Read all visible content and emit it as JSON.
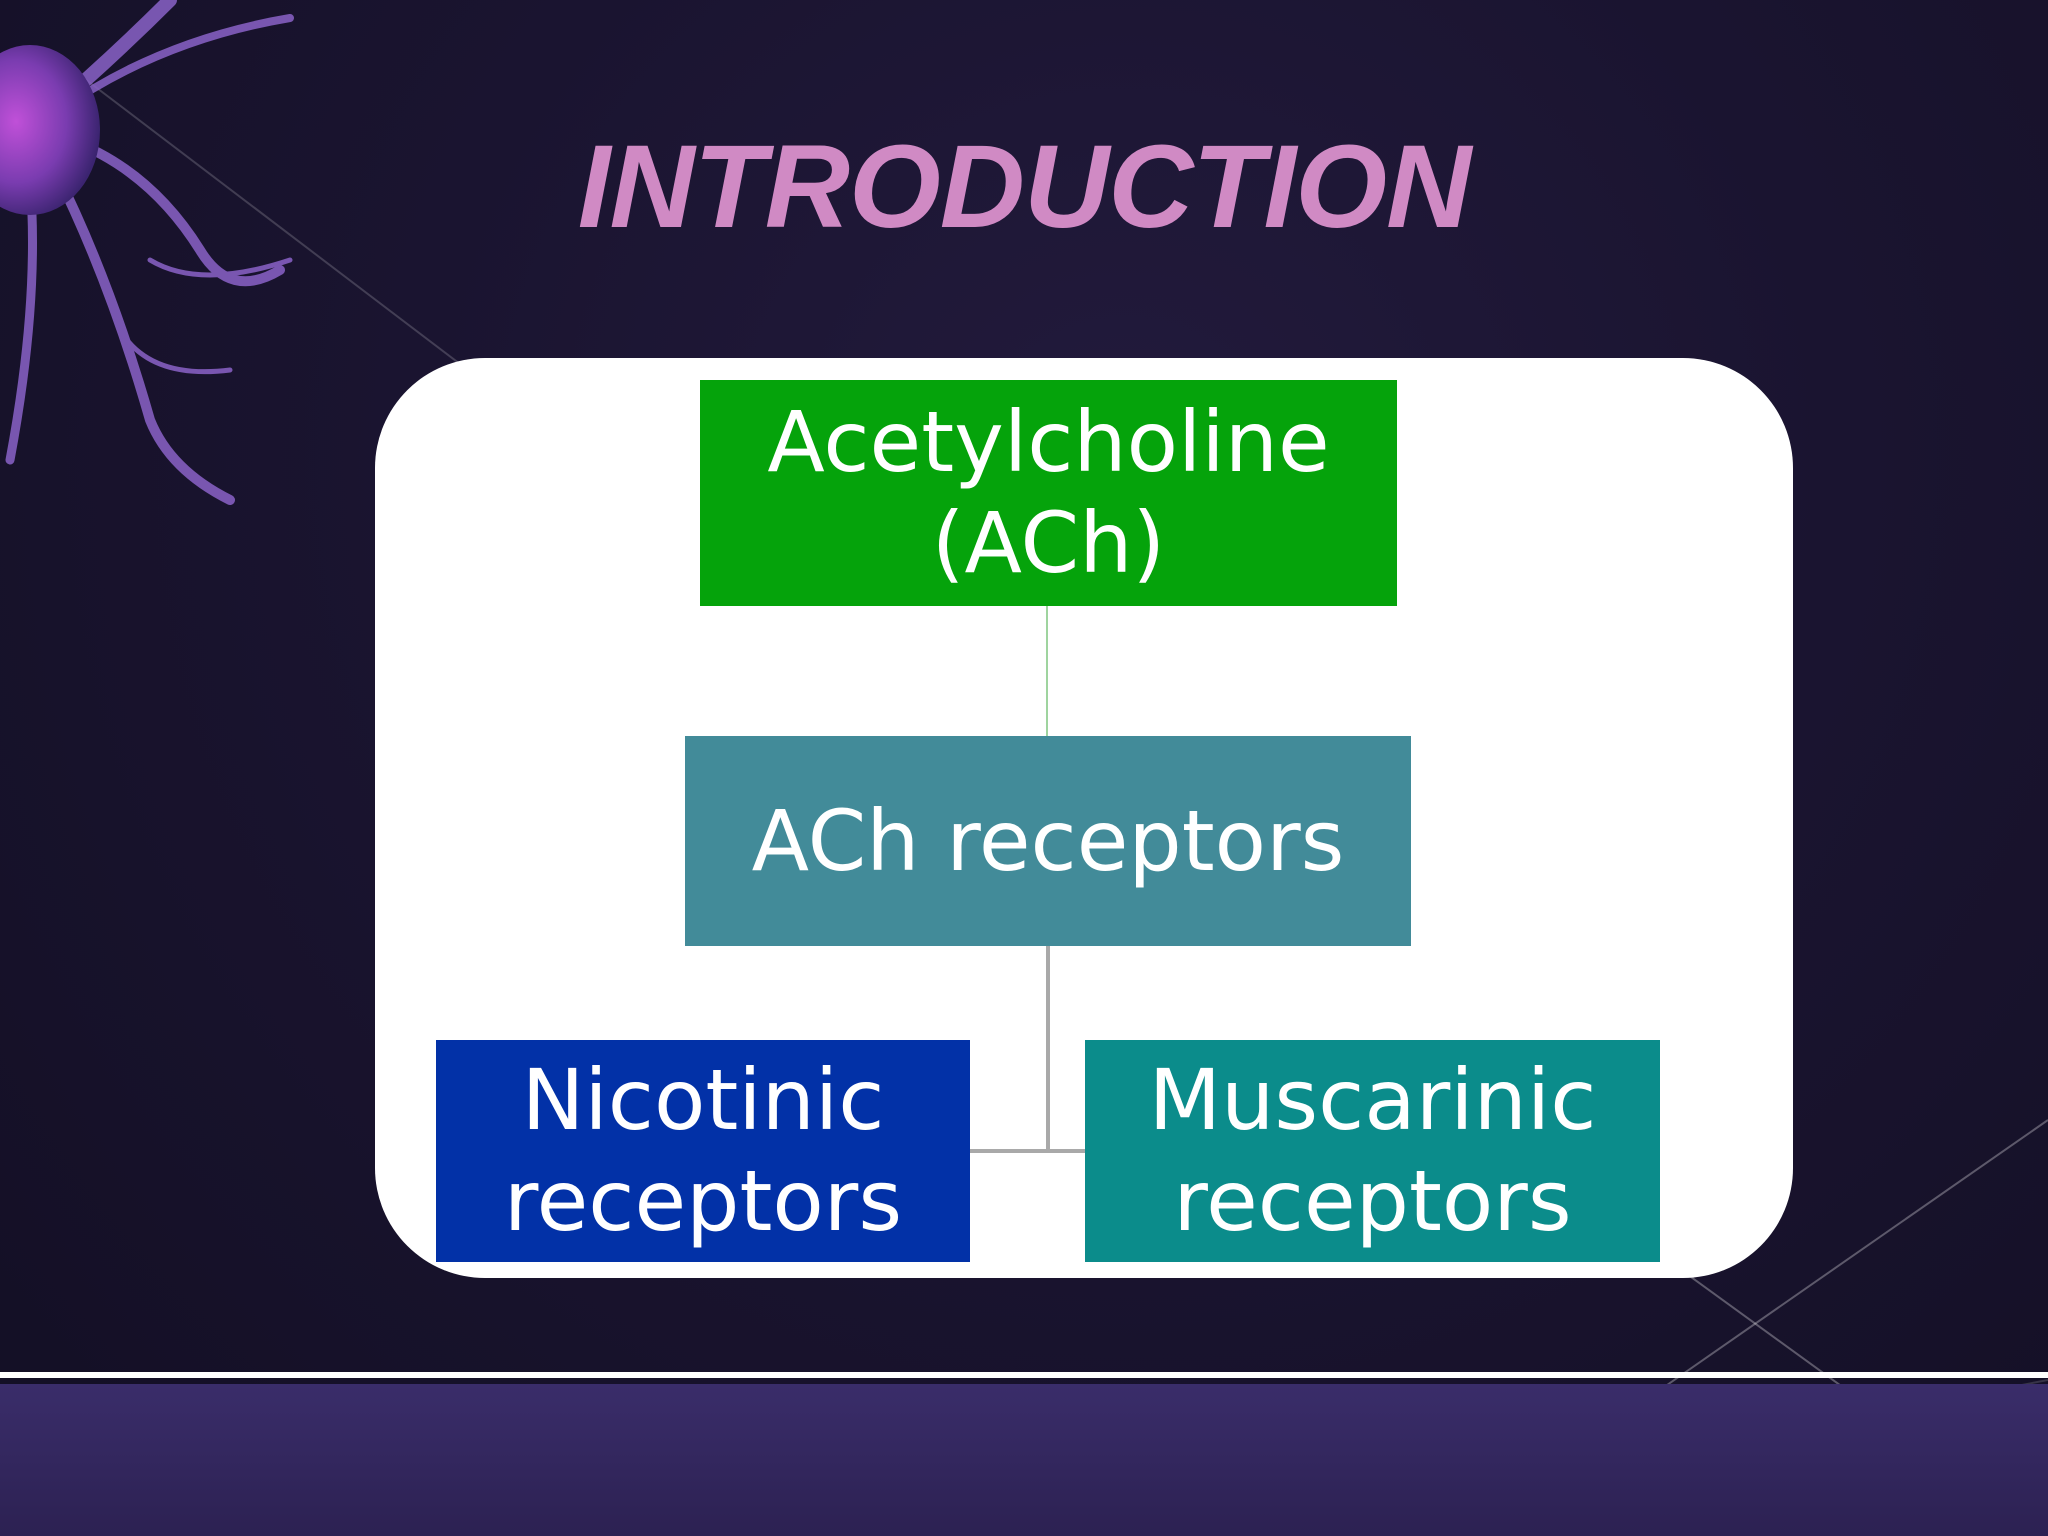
{
  "slide": {
    "title": "INTRODUCTION"
  },
  "diagram": {
    "root": {
      "line1": "Acetylcholine",
      "line2": "(ACh)",
      "color": "#05a30b"
    },
    "middle": {
      "label": "ACh receptors",
      "color": "#428b99"
    },
    "left_child": {
      "line1": "Nicotinic",
      "line2": "receptors",
      "color": "#0231a7"
    },
    "right_child": {
      "line1": "Muscarinic",
      "line2": "receptors",
      "color": "#0b8c8b"
    },
    "edges": [
      {
        "from": "Acetylcholine (ACh)",
        "to": "ACh receptors"
      },
      {
        "from": "ACh receptors",
        "to": "Nicotinic receptors"
      },
      {
        "from": "ACh receptors",
        "to": "Muscarinic receptors"
      }
    ]
  },
  "colors": {
    "title": "#d08ac4",
    "background": "#1a1430",
    "band": "#2c2152",
    "panel": "#ffffff"
  },
  "icons": {
    "decoration": "neuron-icon"
  }
}
